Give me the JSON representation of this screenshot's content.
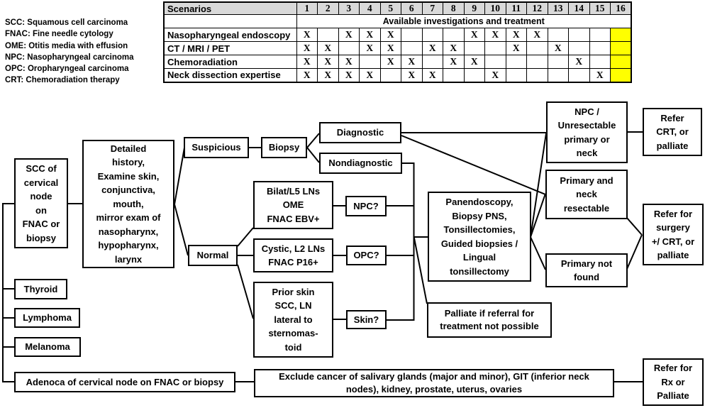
{
  "legend": {
    "items": [
      "SCC: Squamous cell carcinoma",
      "FNAC: Fine needle cytology",
      "OME: Otitis media with effusion",
      "NPC: Nasopharyngeal carcinoma",
      "OPC: Oropharyngeal carcinoma",
      "CRT: Chemoradiation therapy"
    ]
  },
  "table": {
    "header_label": "Scenarios",
    "columns": [
      "1",
      "2",
      "3",
      "4",
      "5",
      "6",
      "7",
      "8",
      "9",
      "10",
      "11",
      "12",
      "13",
      "14",
      "15",
      "16"
    ],
    "subheader": "Available investigations and treatment",
    "mark": "X",
    "highlight_column": 16,
    "colors": {
      "header_bg": "#D9D9D9",
      "highlight": "#FFFF00",
      "border": "#000000"
    },
    "rows": [
      {
        "label": "Nasopharyngeal endoscopy",
        "x_columns": [
          1,
          3,
          4,
          5,
          9,
          10,
          11,
          12
        ]
      },
      {
        "label": "CT / MRI / PET",
        "x_columns": [
          1,
          2,
          4,
          5,
          7,
          8,
          11,
          13
        ]
      },
      {
        "label": "Chemoradiation",
        "x_columns": [
          1,
          2,
          3,
          5,
          6,
          8,
          9,
          14
        ]
      },
      {
        "label": "Neck dissection expertise",
        "x_columns": [
          1,
          2,
          3,
          4,
          6,
          7,
          10,
          15
        ]
      }
    ]
  },
  "flow": {
    "scc": {
      "label": "SCC of\ncervical\nnode\non\nFNAC or\nbiopsy"
    },
    "detailed_history": {
      "label": "Detailed\nhistory,\nExamine skin,\nconjunctiva,\nmouth,\nmirror exam of\nnasopharynx,\nhypopharynx,\nlarynx"
    },
    "suspicious": {
      "label": "Suspicious"
    },
    "biopsy": {
      "label": "Biopsy"
    },
    "diagnostic": {
      "label": "Diagnostic"
    },
    "nondiagnostic": {
      "label": "Nondiagnostic"
    },
    "normal": {
      "label": "Normal"
    },
    "bilat_l5": {
      "label": "Bilat/L5 LNs\nOME\nFNAC EBV+"
    },
    "npc_q": {
      "label": "NPC?"
    },
    "cystic": {
      "label": "Cystic, L2 LNs\nFNAC P16+"
    },
    "opc_q": {
      "label": "OPC?"
    },
    "prior_skin": {
      "label": "Prior skin\nSCC, LN\nlateral to\nsternomas-\ntoid"
    },
    "skin_q": {
      "label": "Skin?"
    },
    "panendoscopy": {
      "label": "Panendoscopy,\nBiopsy PNS,\nTonsillectomies,\nGuided biopsies /\nLingual\ntonsillectomy"
    },
    "palliate_referral": {
      "label": "Palliate if referral for\ntreatment not possible"
    },
    "npc_unresectable": {
      "label": "NPC /\nUnresectable\nprimary or\nneck"
    },
    "refer_crt": {
      "label": "Refer\nCRT, or\npalliate"
    },
    "primary_resectable": {
      "label": "Primary and\nneck\nresectable"
    },
    "primary_not_found": {
      "label": "Primary not\nfound"
    },
    "refer_surgery": {
      "label": "Refer for\nsurgery\n+/ CRT, or\npalliate"
    },
    "thyroid": {
      "label": "Thyroid"
    },
    "lymphoma": {
      "label": "Lymphoma"
    },
    "melanoma": {
      "label": "Melanoma"
    },
    "adenoca": {
      "label": "Adenoca of cervical node on FNAC or biopsy"
    },
    "exclude": {
      "label": "Exclude cancer of salivary glands (major and minor), GIT (inferior neck\nnodes), kidney, prostate, uterus, ovaries"
    },
    "refer_rx": {
      "label": "Refer for\nRx or\nPalliate"
    }
  }
}
